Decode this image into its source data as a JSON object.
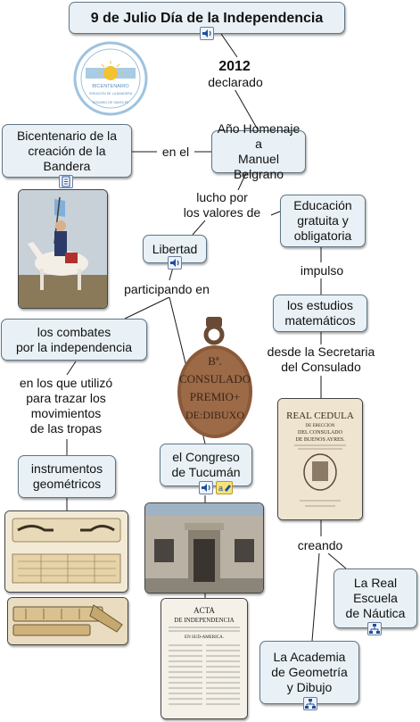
{
  "map": {
    "title": "9 de Julio Día de la Independencia",
    "year": "2012",
    "declared": "declarado",
    "homage": "Año Homenaje a\nManuel Belgrano",
    "bicentenario": "Bicentenario de la\ncreación de la\nBandera",
    "en_el": "en el",
    "lucho": "lucho por\nlos valores de",
    "libertad": "Libertad",
    "educacion": "Educación\ngratuita y\nobligatoria",
    "impulso": "impulso",
    "participando": "participando en",
    "estudios": "los estudios\nmatemáticos",
    "combates": "los combates\npor la independencia",
    "secretaria": "desde la Secretaria\ndel Consulado",
    "en_los_que": "en los que utilizó\npara trazar los\nmovimientos\nde las tropas",
    "instrumentos": "instrumentos\ngeométricos",
    "congreso": "el Congreso\nde Tucumán",
    "creando": "creando",
    "escuela": "La Real\nEscuela\nde Náutica",
    "academia": "La Academia\nde Geometría\ny Dibujo"
  },
  "logo": {
    "top": "BICENTENARIO",
    "middle": "CREACIÓN DE LA BANDERA",
    "bottom": "ROSARIO DE SANTA FE"
  },
  "medal": {
    "line1": "Bª.",
    "line2": "CONSULADO",
    "line3": "PREMIO+",
    "line4": "DE:DIBUXO"
  },
  "cedula": {
    "line1": "REAL CEDULA",
    "line2": "DE ERECCION",
    "line3": "DEL CONSULADO",
    "line4": "DE BUENOS AYRES."
  },
  "acta": {
    "line1": "ACTA",
    "line2": "DE INDEPENDENCIA",
    "line3": "EN SUD-AMERICA."
  },
  "colors": {
    "node_bg": "#e9f1f6",
    "node_border": "#5f7686",
    "line": "#1a1a1a"
  }
}
